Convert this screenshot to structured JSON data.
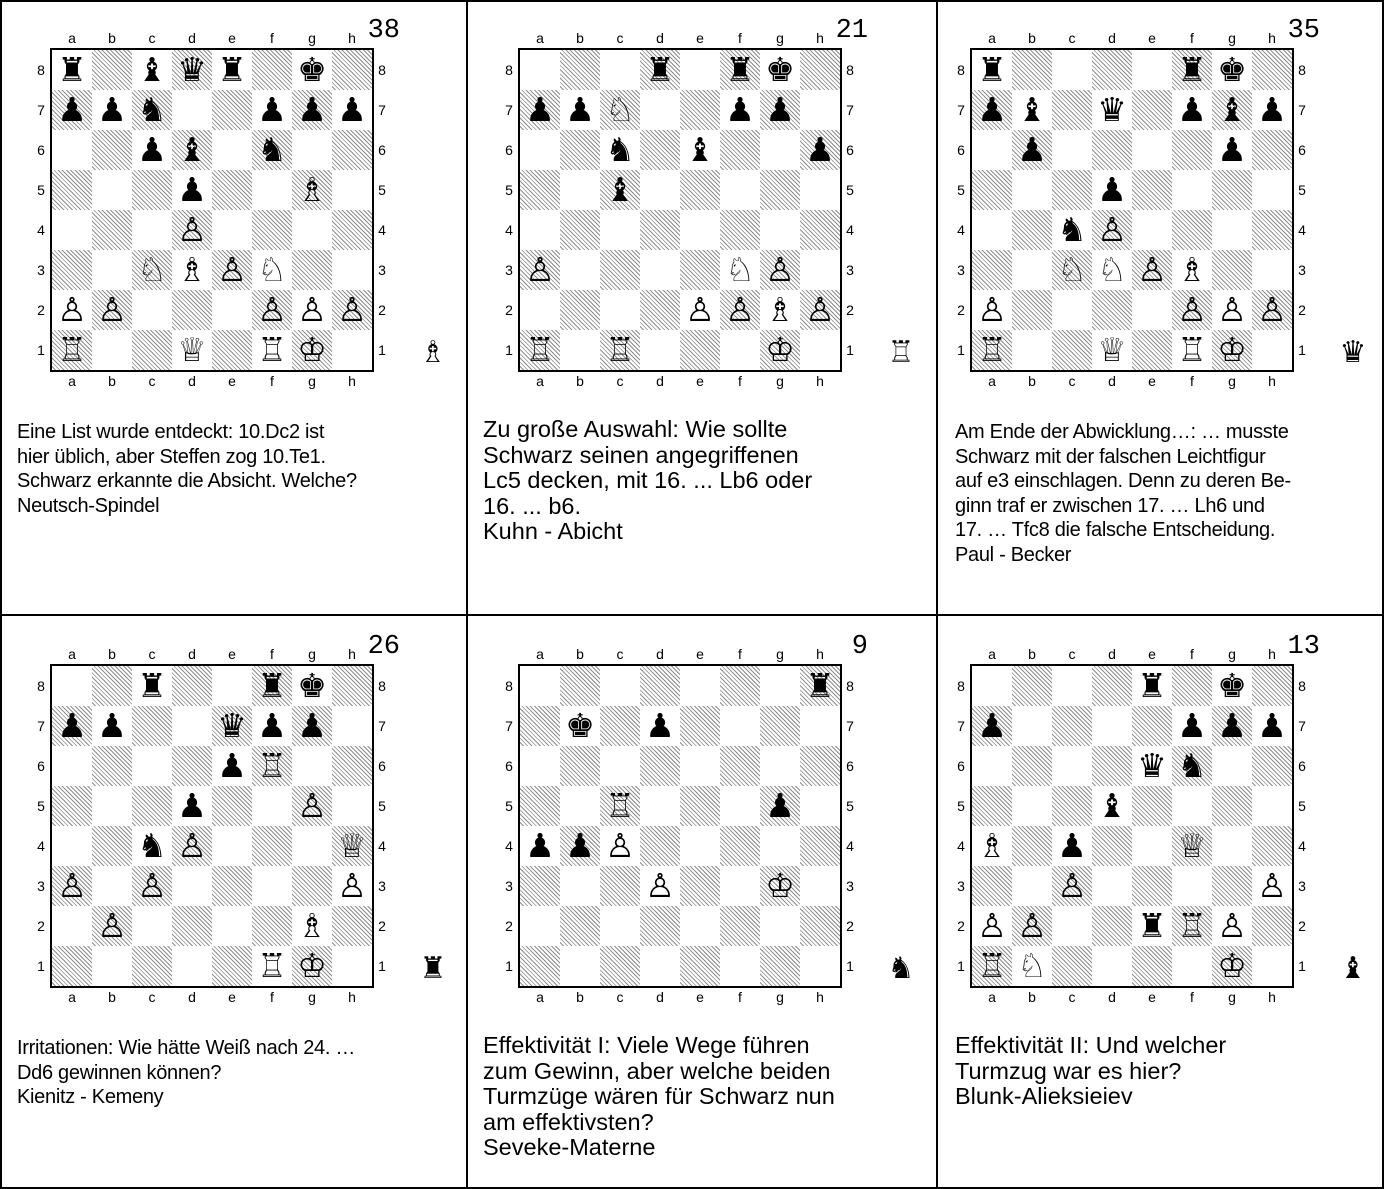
{
  "diagrams": [
    {
      "number": "38",
      "files": [
        "a",
        "b",
        "c",
        "d",
        "e",
        "f",
        "g",
        "h"
      ],
      "ranks": [
        "8",
        "7",
        "6",
        "5",
        "4",
        "3",
        "2",
        "1"
      ],
      "position": [
        "r.bqr.k.",
        "ppn..ppp",
        "..pb.n..",
        "...p..B.",
        "...P....",
        "..NBPN..",
        "PP...PPP",
        "R..Q.RK."
      ],
      "side_piece": "B",
      "caption_style": "small",
      "caption": "Eine List wurde entdeckt: 10.Dc2 ist\nhier üblich, aber Steffen zog 10.Te1.\nSchwarz erkannte die Absicht. Welche?\nNeutsch-Spindel"
    },
    {
      "number": "21",
      "files": [
        "a",
        "b",
        "c",
        "d",
        "e",
        "f",
        "g",
        "h"
      ],
      "ranks": [
        "8",
        "7",
        "6",
        "5",
        "4",
        "3",
        "2",
        "1"
      ],
      "position": [
        "...r.rk.",
        "ppN..pp.",
        "..n.b..p",
        "..b.....",
        "........",
        "P....NP.",
        "....PPBP",
        "R.R...K."
      ],
      "side_piece": "R",
      "caption_style": "large",
      "caption": "Zu große Auswahl: Wie sollte\nSchwarz seinen angegriffenen\nLc5 decken, mit 16. ... Lb6 oder\n16. ... b6.\nKuhn - Abicht"
    },
    {
      "number": "35",
      "files": [
        "a",
        "b",
        "c",
        "d",
        "e",
        "f",
        "g",
        "h"
      ],
      "ranks": [
        "8",
        "7",
        "6",
        "5",
        "4",
        "3",
        "2",
        "1"
      ],
      "position": [
        "r....rk.",
        "pb.q.pbp",
        ".p....p.",
        "...p....",
        "..nP....",
        "..NNPB..",
        "P....PPP",
        "R..Q.RK."
      ],
      "side_piece": "q",
      "caption_style": "small",
      "caption": "Am Ende der Abwicklung…: … musste\nSchwarz mit der falschen Leichtfigur\nauf e3 einschlagen. Denn zu deren Be-\nginn traf er zwischen 17. … Lh6 und\n17. … Tfc8 die falsche Entscheidung.\nPaul - Becker"
    },
    {
      "number": "26",
      "files": [
        "a",
        "b",
        "c",
        "d",
        "e",
        "f",
        "g",
        "h"
      ],
      "ranks": [
        "8",
        "7",
        "6",
        "5",
        "4",
        "3",
        "2",
        "1"
      ],
      "position": [
        "..r..rk.",
        "pp..qpp.",
        "....pR..",
        "...p..P.",
        "..nP...Q",
        "P.P....P",
        ".P....B.",
        ".....RK."
      ],
      "side_piece": "r",
      "caption_style": "small",
      "caption": "Irritationen: Wie hätte Weiß nach 24. …\nDd6 gewinnen können?\nKienitz - Kemeny"
    },
    {
      "number": "9",
      "files": [
        "a",
        "b",
        "c",
        "d",
        "e",
        "f",
        "g",
        "h"
      ],
      "ranks": [
        "8",
        "7",
        "6",
        "5",
        "4",
        "3",
        "2",
        "1"
      ],
      "position": [
        ".......r",
        ".k.p....",
        "........",
        "..R...p.",
        "ppP.....",
        "...P..K.",
        "........",
        "........"
      ],
      "side_piece": "n",
      "caption_style": "large",
      "caption": "Effektivität I: Viele Wege führen\nzum Gewinn, aber welche beiden\nTurmzüge wären für Schwarz nun\nam effektivsten?\nSeveke-Materne"
    },
    {
      "number": "13",
      "files": [
        "a",
        "b",
        "c",
        "d",
        "e",
        "f",
        "g",
        "h"
      ],
      "ranks": [
        "8",
        "7",
        "6",
        "5",
        "4",
        "3",
        "2",
        "1"
      ],
      "position": [
        "....r.k.",
        "p....ppp",
        "....qn..",
        "...b....",
        "B.p..Q..",
        "..P....P",
        "PP..rRP.",
        "RN....K."
      ],
      "side_piece": "b",
      "caption_style": "large",
      "caption": "Effektivität II: Und welcher\nTurmzug war es hier?\nBlunk-Alieksieiev"
    }
  ]
}
